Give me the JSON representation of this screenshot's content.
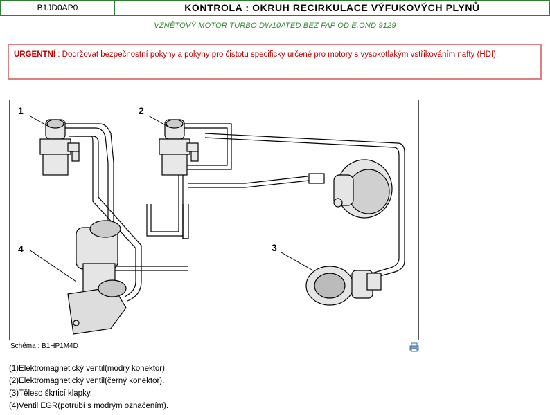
{
  "header": {
    "code": "B1JD0AP0",
    "title": "KONTROLA : OKRUH RECIRKULACE VÝFUKOVÝCH PLYNŮ"
  },
  "subtitle": "VZNĚTOVÝ MOTOR TURBO DW10ATED BEZ FAP OD È.OND 9129",
  "warning": {
    "label": "URGENTNÍ",
    "text": " : Dodržovat bezpečnostní pokyny a pokyny pro čistotu specificky určené pro motory s vysokotlakým vstřikováním nafty (HDI)."
  },
  "figure": {
    "callouts": [
      "1",
      "2",
      "3",
      "4"
    ],
    "caption": "Schéma : B1HP1M4D",
    "print_icon": "print-icon"
  },
  "legend": [
    "(1)Elektromagnetický ventil(modrý konektor).",
    "(2)Elektromagnetický ventil(černý konektor).",
    "(3)Těleso škrticí klapky.",
    "(4)Ventil EGR(potrubí s modrým označením)."
  ]
}
